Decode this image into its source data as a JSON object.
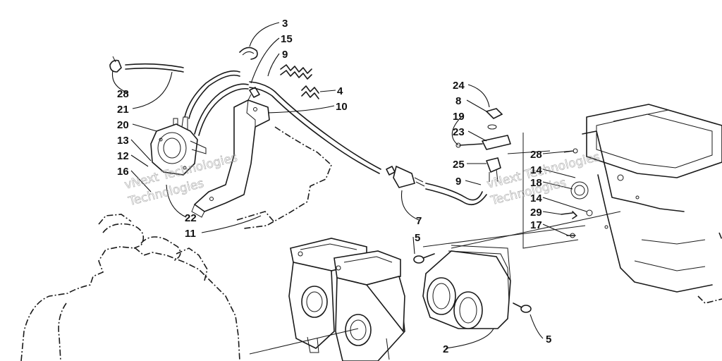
{
  "watermarks": [
    {
      "line1": "vNext Technologies",
      "line2": "Technologies"
    },
    {
      "line1": "vNext Technologies",
      "line2": "Technologies"
    }
  ],
  "callouts": [
    {
      "id": "c3",
      "label": "3"
    },
    {
      "id": "c15",
      "label": "15"
    },
    {
      "id": "c9a",
      "label": "9"
    },
    {
      "id": "c4",
      "label": "4"
    },
    {
      "id": "c10",
      "label": "10"
    },
    {
      "id": "c28",
      "label": "28"
    },
    {
      "id": "c21",
      "label": "21"
    },
    {
      "id": "c20",
      "label": "20"
    },
    {
      "id": "c13",
      "label": "13"
    },
    {
      "id": "c12",
      "label": "12"
    },
    {
      "id": "c16",
      "label": "16"
    },
    {
      "id": "c22",
      "label": "22"
    },
    {
      "id": "c11",
      "label": "11"
    },
    {
      "id": "c24",
      "label": "24"
    },
    {
      "id": "c8",
      "label": "8"
    },
    {
      "id": "c19",
      "label": "19"
    },
    {
      "id": "c23",
      "label": "23"
    },
    {
      "id": "c25",
      "label": "25"
    },
    {
      "id": "c9b",
      "label": "9"
    },
    {
      "id": "c7",
      "label": "7"
    },
    {
      "id": "c5a",
      "label": "5"
    },
    {
      "id": "c28b",
      "label": "28"
    },
    {
      "id": "c14a",
      "label": "14"
    },
    {
      "id": "c18",
      "label": "18"
    },
    {
      "id": "c14b",
      "label": "14"
    },
    {
      "id": "c29",
      "label": "29"
    },
    {
      "id": "c17",
      "label": "17"
    },
    {
      "id": "c2",
      "label": "2"
    },
    {
      "id": "c5b",
      "label": "5"
    }
  ]
}
